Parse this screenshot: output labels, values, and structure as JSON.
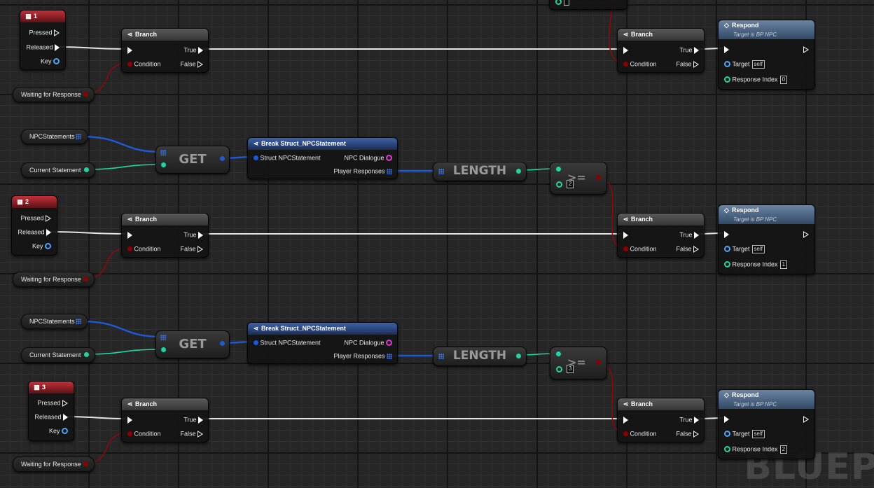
{
  "watermark": "BLUEP",
  "key_events": {
    "pressed": "Pressed",
    "released": "Released",
    "key": "Key",
    "items": [
      {
        "title": "1"
      },
      {
        "title": "2"
      },
      {
        "title": "3"
      }
    ]
  },
  "branch": {
    "title": "Branch",
    "true": "True",
    "false": "False",
    "condition": "Condition"
  },
  "respond": {
    "title": "Respond",
    "subtitle": "Target is BP NPC",
    "target": "Target",
    "target_value": "self",
    "response_index": "Response Index",
    "indices": [
      "0",
      "1",
      "2"
    ]
  },
  "variables": {
    "waiting": "Waiting for Response",
    "npc_statements": "NPCStatements",
    "current_statement": "Current Statement"
  },
  "get_node": {
    "title": "GET"
  },
  "break_struct": {
    "title": "Break Struct_NPCStatement",
    "input": "Struct NPCStatement",
    "npc_dialogue": "NPC Dialogue",
    "player_responses": "Player Responses"
  },
  "length_node": {
    "title": "LENGTH"
  },
  "compare": {
    "symbol": ">=",
    "values": [
      "2",
      "3"
    ]
  },
  "colors": {
    "exec_wire": "#e6e6e6",
    "bool_pin": "#8c0000",
    "int_pin": "#1fd6a4",
    "struct_pin": "#1f59d6",
    "text_pin": "#e23ad6",
    "key_pin": "#4fa4ff"
  },
  "icons": {
    "branch": "branch-icon",
    "respond": "function-icon",
    "event": "key-event-icon",
    "break": "break-struct-icon"
  }
}
